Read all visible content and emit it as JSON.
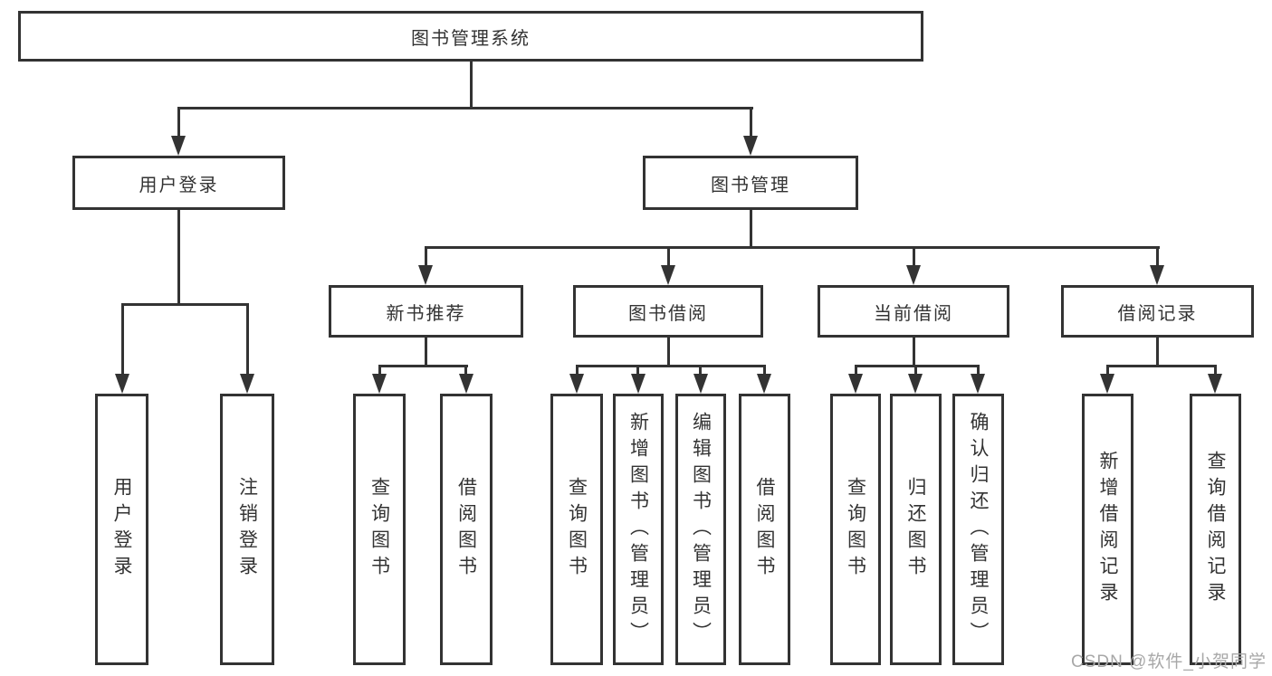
{
  "diagram": {
    "root": {
      "label": "图书管理系统"
    },
    "level2": [
      {
        "label": "用户登录"
      },
      {
        "label": "图书管理"
      }
    ],
    "level3": [
      {
        "label": "新书推荐"
      },
      {
        "label": "图书借阅"
      },
      {
        "label": "当前借阅"
      },
      {
        "label": "借阅记录"
      }
    ],
    "leaves": {
      "user_login": [
        "用户登录",
        "注销登录"
      ],
      "new_book_recommend": [
        "查询图书",
        "借阅图书"
      ],
      "book_borrow": [
        "查询图书",
        "新增图书（管理员）",
        "编辑图书（管理员）",
        "借阅图书"
      ],
      "current_borrow": [
        "查询图书",
        "归还图书",
        "确认归还（管理员）"
      ],
      "borrow_records": [
        "新增借阅记录",
        "查询借阅记录"
      ]
    }
  },
  "watermark": {
    "text": "CSDN @软件_小贺同学"
  },
  "colors": {
    "line": "#333333",
    "text": "#333333",
    "background": "#ffffff",
    "watermark": "#a8a8a8"
  }
}
